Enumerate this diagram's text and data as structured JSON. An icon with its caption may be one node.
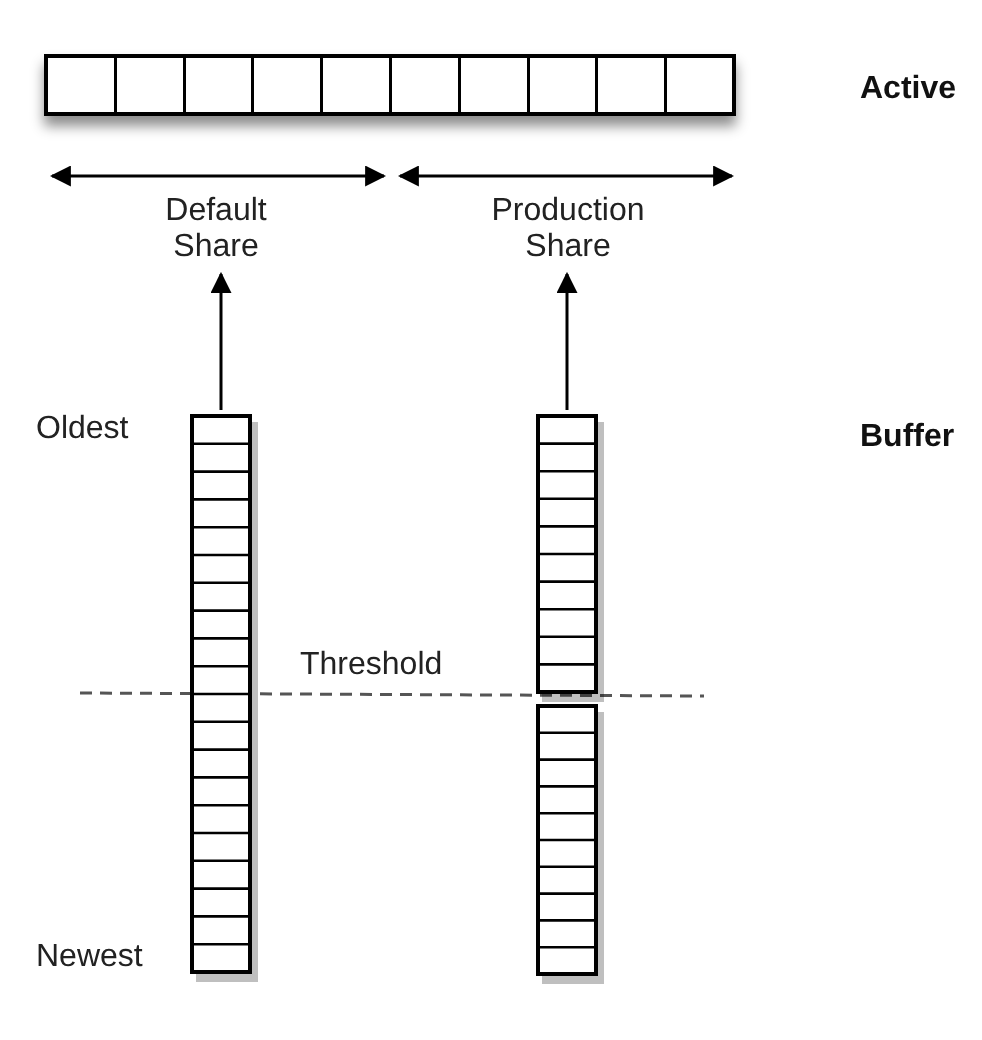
{
  "diagram": {
    "nodes": [
      {
        "text": [],
        "shape": "bar"
      },
      {
        "text": [
          "Default Share"
        ]
      },
      {
        "text": [
          "Production Share"
        ]
      },
      {
        "text": [],
        "shape": "bar"
      },
      {
        "text": [],
        "shape": "bar"
      }
    ],
    "edges": [
      {
        "from": 3,
        "to": 1,
        "arrow": "to"
      },
      {
        "from": 4,
        "to": 2,
        "arrow": "to"
      }
    ],
    "labels": [
      "Active",
      "Oldest",
      "Buffer",
      "Threshold",
      "Newest"
    ]
  }
}
